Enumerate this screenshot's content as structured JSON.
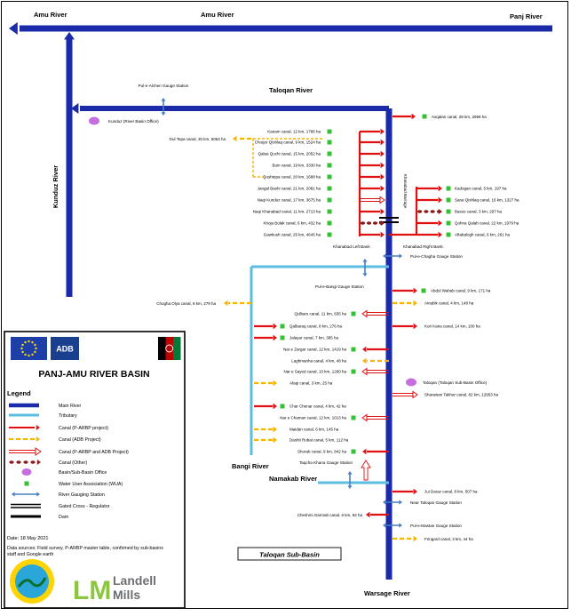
{
  "rivers": {
    "amu_left": "Amu River",
    "amu_mid": "Amu River",
    "panj": "Panj River",
    "taloqan": "Taloqan River",
    "kunduz": "Kunduz River",
    "bangi": "Bangi River",
    "namakab": "Namakab River",
    "warsage": "Warsage River"
  },
  "gauges": {
    "pul_e_alchen": "Pul-e-Alchen Gauge Station",
    "pul_e_chagha": "Pul-e-Chagha Gauge Station",
    "pul_e_bangi": "Pul-e-Bangi Gauge Station",
    "taqcha_khana": "Taqcha Khana Gauge Station",
    "near_taloqan": "Near Taloqan Gauge Station",
    "pul_e_mastan": "Pul-e-Mastan Gauge Station"
  },
  "offices": {
    "kunduz": "Kunduz  (River Basin Office)",
    "taloqan": "Taloqan (Taloqan Sub-Basin Office)"
  },
  "barrage": {
    "label": "Khanabad Barrage",
    "left_bank": "Khanabad Left Bank",
    "right_bank": "Khanabad Right Bank"
  },
  "canals_left": [
    "Kanam canal, 12 km, 1786 ha",
    "Choqor  Qishlaq canal, 9 km, 1524 ha",
    "Qabai Quchi canal, 15 km, 2052 ha",
    "Buin canal, 19 km, 3330 ha",
    "Qushtepa canal, 20 km, 1688 ha",
    "Jangal Bashi canal, 21 km, 2081 ha",
    "Naqi Kunduz canal, 17 km, 3675 ha",
    "Naqi Khanabad canal, 11 km, 2713 ha",
    "Khoja Bolak canal, 6 km, 432 ha",
    "Gawkush canal, 25 km, 4645 ha"
  ],
  "gul_tepa": "Gul Tepa canal, 30 km, 6063 ha",
  "asqalan": "Asqalan canal, 28 km, 2999 ha",
  "canals_right": [
    "Kadogan canal, 5 km, 197 ha",
    "Sarai Qishlaq canal, 16 km, 1327 ha",
    "Basos canal, 3 km, 297 ha",
    "Qohna Qalah canal, 22 km, 1979 ha",
    "Aftabalogh canal, 6 km, 261 ha"
  ],
  "chogha_olya": "Chogha Olya canal, 8 km, 279 ha",
  "canals_main_left": [
    "Qulbars canal, 11 km, 835 ha",
    "Qalbaraq canal, 8 km, 276 ha",
    "Jalayar canal, 7 km, 385 ha",
    "Nar e Zargar canal, 12 km, 1419 ha",
    "Laghmanha canal, 4 km, 48 ha",
    "Nar e Sayed canal, 10 km, 1260 ha",
    "Afaqi canal, 3 km, 25 ha",
    "Char Chenar canal, 4 km, 42 ha",
    "Nar e Chaman canal, 12 km, 1013 ha",
    "Maidan canal, 6 km, 145 ha",
    "Dashti Rubat canal, 5 km, 112 ha",
    "Shorab canal, 9 km, 842 ha"
  ],
  "canals_main_right": [
    "Abdul Wahab canal, 9 km, 171 ha",
    "Ainabik canal, 4 km, 148 ha",
    "Kori Kana canal, 14 km, 100 ha",
    "Sharawan Takhar canal, 82 km, 12953 ha",
    "Jui Daraz canal, 8 km, 507 ha"
  ],
  "cheshmi_garmab": "Cheshmi Garmab canal, 6 km, 92 ha",
  "fringard": "Fringard canal, 3 km, 44 ha",
  "sub_basin_title": "Taloqan Sub-Basin",
  "panel": {
    "adb": "ADB",
    "title": "PANJ-AMU RIVER BASIN",
    "legend_heading": "Legend",
    "legend_items": [
      "Main River",
      "Tributary",
      "Canal (P-ARBP project)",
      "Canal (ADB Project)",
      "Canal (P-ARBP and ADB Project)",
      "Canal (Other)",
      "Basin/Sub-Basin  Office",
      "Water User Association (WUA)",
      "River Gauging Station",
      "Gated Cross - Regulator",
      "Dam"
    ],
    "date": "Date: 18 May 2021",
    "sources": "Data sources: Field survey, P-ARBP master table, confirmed by sub-basins staff and Google earth",
    "brand_lm": "LM",
    "brand_line1": "Landell",
    "brand_line2": "Mills"
  },
  "colors": {
    "main_river": "#1a2aa8",
    "tributary": "#5bbde0",
    "canal_parbp": "#e01010",
    "canal_adb": "#f5b400",
    "canal_other": "#8b1a1a",
    "office": "#c66ee0",
    "wua": "#34c234",
    "gauge": "#4a7fc0",
    "lm_green": "#8cc63f",
    "lm_grey": "#6d6e71"
  }
}
